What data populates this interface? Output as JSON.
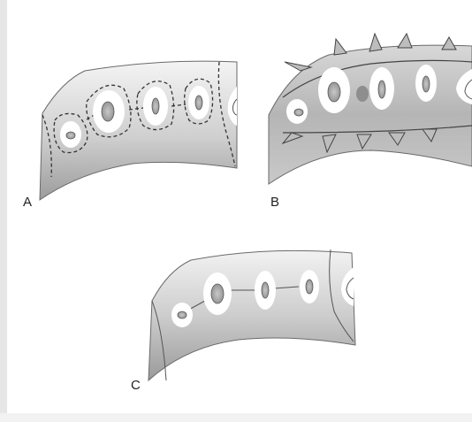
{
  "panels": [
    {
      "id": "a",
      "label": "A"
    },
    {
      "id": "b",
      "label": "B"
    },
    {
      "id": "c",
      "label": "C"
    }
  ],
  "colors": {
    "tissue_light": "#ececec",
    "tissue_dark": "#a8a8a8",
    "outline": "#555555",
    "nucleus_fill": "#ffffff"
  }
}
